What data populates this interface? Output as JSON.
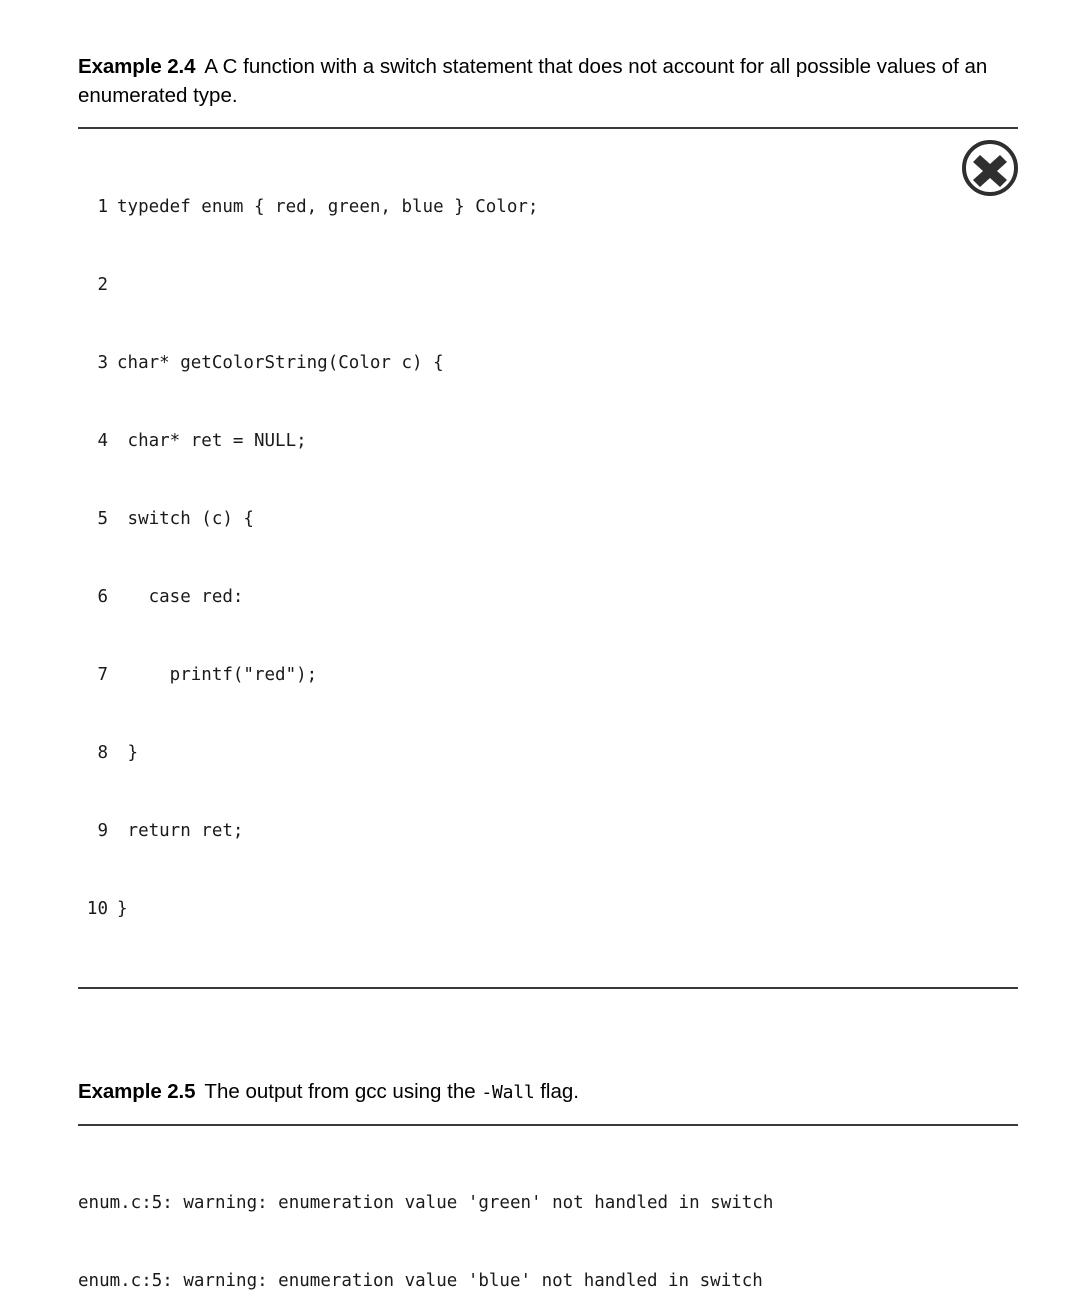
{
  "document": {
    "background_color": "#ffffff",
    "text_color": "#000000",
    "rule_color": "#3a3a3a"
  },
  "examples": [
    {
      "label": "Example 2.4",
      "caption_text": "A C function with a switch statement that does not account for all possible values of an enumerated type.",
      "badge": {
        "icon": "x-circle-icon",
        "meaning": "incorrect",
        "color": "#2f2f2f"
      },
      "code": {
        "language": "c",
        "lines": [
          {
            "number": "1",
            "text": "typedef enum { red, green, blue } Color;"
          },
          {
            "number": "2",
            "text": ""
          },
          {
            "number": "3",
            "text": "char* getColorString(Color c) {"
          },
          {
            "number": "4",
            "text": " char* ret = NULL;"
          },
          {
            "number": "5",
            "text": " switch (c) {"
          },
          {
            "number": "6",
            "text": "   case red:"
          },
          {
            "number": "7",
            "text": "     printf(\"red\");"
          },
          {
            "number": "8",
            "text": " }"
          },
          {
            "number": "9",
            "text": " return ret;"
          },
          {
            "number": "10",
            "text": "}"
          }
        ]
      }
    },
    {
      "label": "Example 2.5",
      "caption_before": "The output from gcc using the ",
      "caption_mono": "-Wall",
      "caption_after": " flag.",
      "output_lines": [
        "enum.c:5: warning: enumeration value 'green' not handled in switch",
        "enum.c:5: warning: enumeration value 'blue' not handled in switch"
      ]
    }
  ]
}
